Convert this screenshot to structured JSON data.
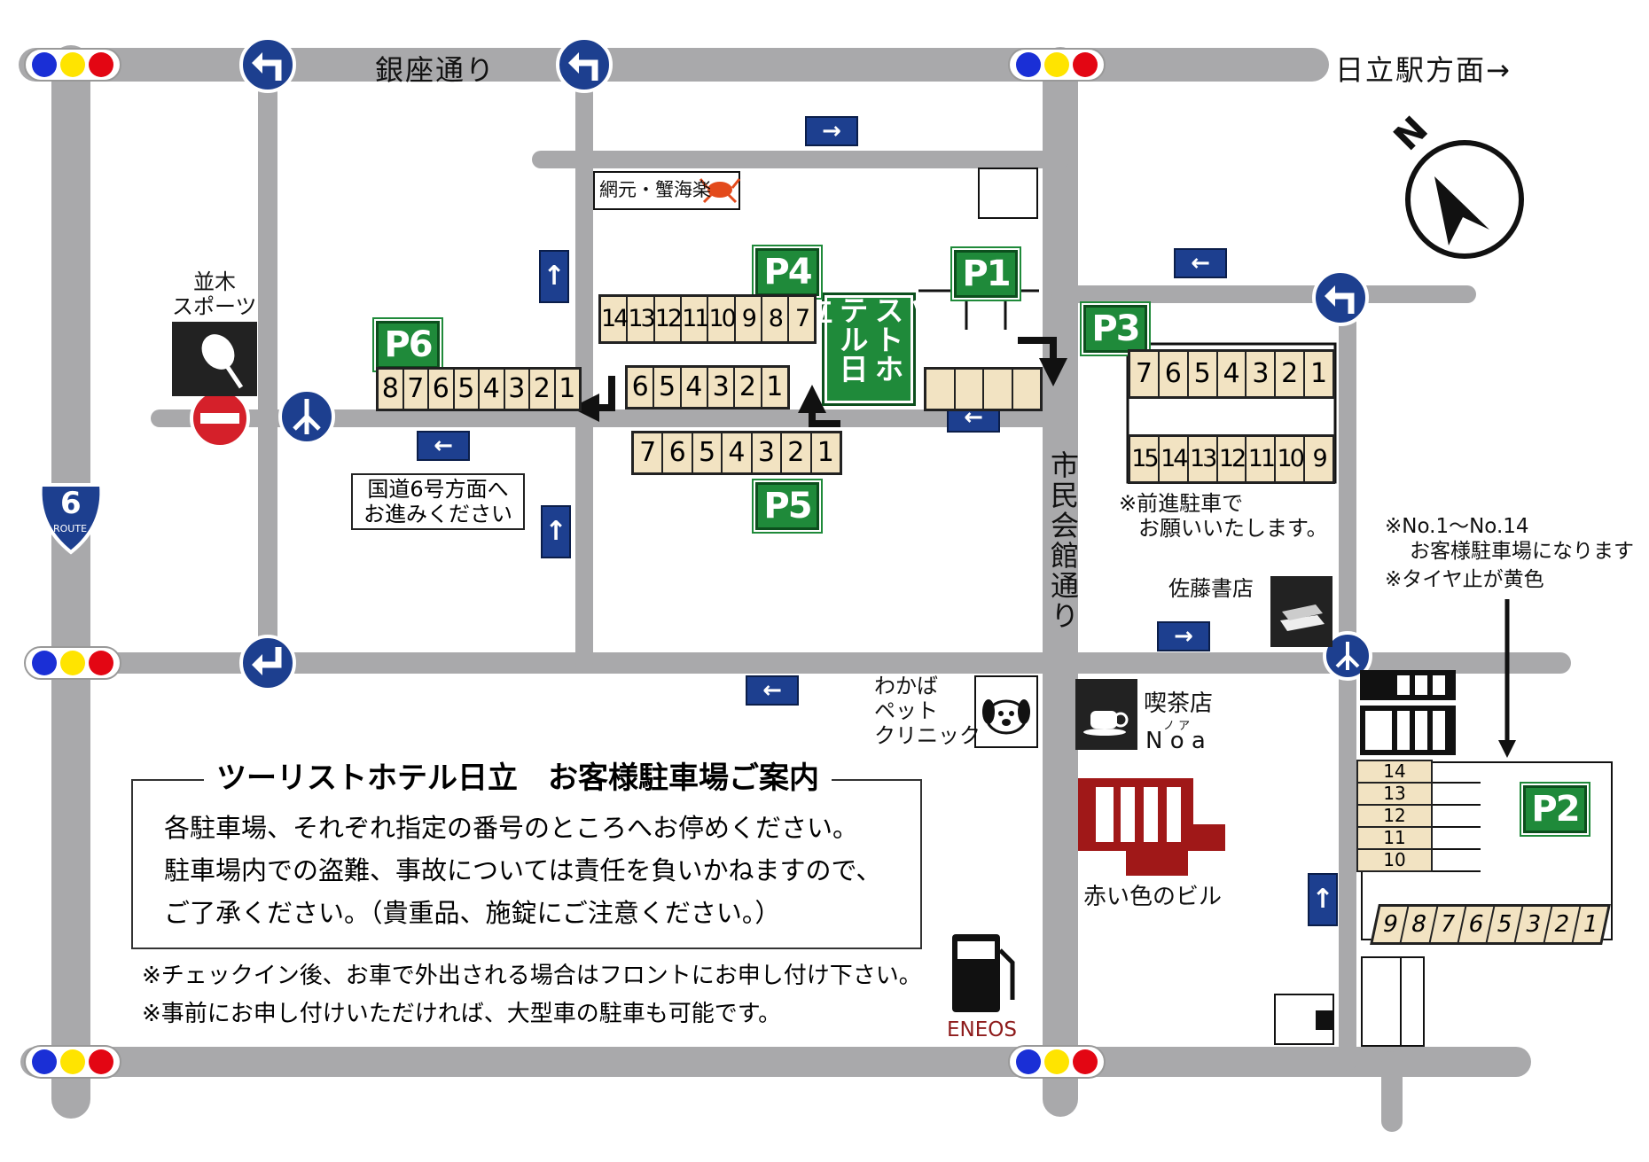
{
  "streets": {
    "ginza": "銀座通り",
    "hitachi_station": "日立駅方面→",
    "shimin_kaikan": "市民会館通り",
    "route6_number": "6",
    "route6_word": "ROUTE"
  },
  "compass_letter": "N",
  "hotel_sign": "ツーリストホテル日立",
  "landmarks": {
    "amimoto": "網元・蟹海楽",
    "namiki_1": "並木",
    "namiki_2": "スポーツ",
    "wakaba_1": "わかば",
    "wakaba_2": "ペット",
    "wakaba_3": "クリニック",
    "kissaten": "喫茶店",
    "noa_ruby": "ノ ア",
    "noa": "N o a",
    "sato_shoten": "佐藤書店",
    "red_building": "赤い色のビル",
    "eneos": "ENEOS",
    "route6_direction_1": "国道6号方面へ",
    "route6_direction_2": "お進みください"
  },
  "parking": {
    "p1": {
      "badge": "P1"
    },
    "p2": {
      "badge": "P2",
      "rows": [
        "14",
        "13",
        "12",
        "11",
        "10"
      ],
      "bottom": [
        "9",
        "8",
        "7",
        "6",
        "5",
        "3",
        "2",
        "1"
      ]
    },
    "p3": {
      "badge": "P3",
      "top": [
        "7",
        "6",
        "5",
        "4",
        "3",
        "2",
        "1"
      ],
      "bottom": [
        "15",
        "14",
        "13",
        "12",
        "11",
        "10",
        "9"
      ]
    },
    "p4": {
      "badge": "P4",
      "top": [
        "14",
        "13",
        "12",
        "11",
        "10",
        "9",
        "8",
        "7"
      ],
      "bottom": [
        "6",
        "5",
        "4",
        "3",
        "2",
        "1"
      ]
    },
    "p5": {
      "badge": "P5",
      "slots": [
        "7",
        "6",
        "5",
        "4",
        "3",
        "2",
        "1"
      ]
    },
    "p6": {
      "badge": "P6",
      "slots": [
        "8",
        "7",
        "6",
        "5",
        "4",
        "3",
        "2",
        "1"
      ]
    }
  },
  "notes": {
    "p3_note_1": "※前進駐車で",
    "p3_note_2": "お願いいたします。",
    "p2_note_1": "※No.1～No.14",
    "p2_note_2": "お客様駐車場になります",
    "p2_note_3": "※タイヤ止が黄色"
  },
  "info": {
    "title": "ツーリストホテル日立　お客様駐車場ご案内",
    "line1": "各駐車場、それぞれ指定の番号のところへお停めください。",
    "line2": "駐車場内での盗難、事故については責任を負いかねますので、",
    "line3": "ご了承ください。（貴重品、施錠にご注意ください。）",
    "note1": "※チェックイン後、お車で外出される場合はフロントにお申し付け下さい。",
    "note2": "※事前にお申し付けいただければ、大型車の駐車も可能です。"
  },
  "icons": [
    "traffic-light-icon",
    "turn-left-sign-icon",
    "one-way-arrow-icon",
    "no-entry-icon",
    "compass-icon",
    "gas-pump-icon",
    "tennis-racket-icon",
    "coffee-cup-icon",
    "dog-icon",
    "books-icon",
    "crab-icon",
    "route-shield-icon"
  ],
  "colors": {
    "road": "#a9a9ab",
    "sign_blue": "#1d3f8f",
    "parking_green": "#1f8a3a",
    "slot_fill": "#f2e3c2",
    "no_entry_red": "#d5202a",
    "red_building": "#a01818",
    "eneos_red": "#8e1b1b"
  }
}
